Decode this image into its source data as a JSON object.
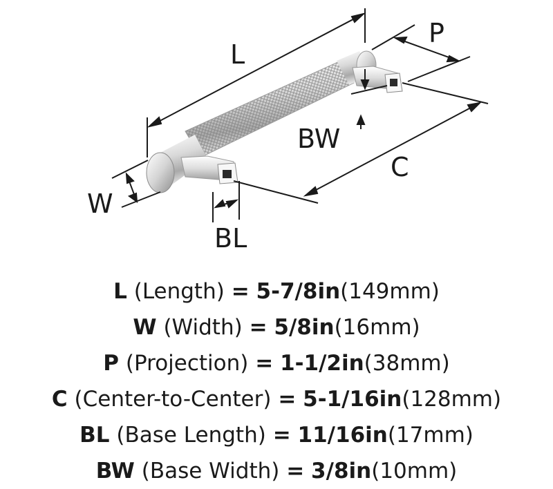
{
  "labels": {
    "L": "L",
    "P": "P",
    "BW": "BW",
    "C": "C",
    "W": "W",
    "BL": "BL"
  },
  "specs": [
    {
      "abbr": "L",
      "name": "(Length)",
      "eq": "=",
      "imperial": "5-7/8in",
      "metric": "(149mm)"
    },
    {
      "abbr": "W",
      "name": "(Width)",
      "eq": "=",
      "imperial": "5/8in",
      "metric": "(16mm)"
    },
    {
      "abbr": "P",
      "name": "(Projection)",
      "eq": "=",
      "imperial": "1-1/2in",
      "metric": "(38mm)"
    },
    {
      "abbr": "C",
      "name": "(Center-to-Center)",
      "eq": "=",
      "imperial": "5-1/16in",
      "metric": "(128mm)"
    },
    {
      "abbr": "BL",
      "name": "(Base Length)",
      "eq": "=",
      "imperial": "11/16in",
      "metric": "(17mm)"
    },
    {
      "abbr": "BW",
      "name": "(Base Width)",
      "eq": "=",
      "imperial": "3/8in",
      "metric": "(10mm)"
    }
  ],
  "colors": {
    "line": "#1a1a1a",
    "metal_light": "#f4f4f4",
    "metal_mid": "#cfcfcf",
    "metal_dark": "#8a8a8a",
    "hole": "#2a2a2a"
  }
}
